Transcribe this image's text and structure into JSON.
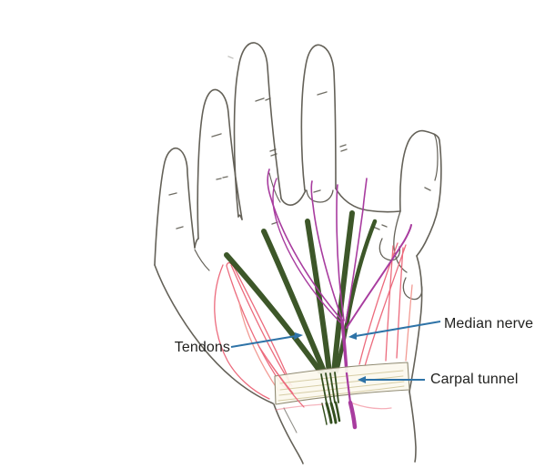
{
  "figure": {
    "type": "anatomical-diagram",
    "subject": "palm of hand showing tendons, median nerve and carpal tunnel",
    "background": "#ffffff"
  },
  "annotations": [
    {
      "label": "Tendons",
      "points_to": "tendons"
    },
    {
      "label": "Median nerve",
      "points_to": "median-nerve"
    },
    {
      "label": "Carpal tunnel",
      "points_to": "carpal-tunnel"
    }
  ],
  "colors": {
    "label-text": "#222220",
    "arrow-blue": "#2e73a7",
    "outline": "#57544a",
    "muscle-pink": "#ec6b7d",
    "muscle-pink-light": "#f29b94",
    "tendon-green": "#334f1e",
    "tendon-green-light": "#4a7028",
    "nerve-magenta": "#a83c9f",
    "nerve-magenta-dark": "#8f2d8f",
    "band-tan": "#d6cda6",
    "band-pink": "#eec1c1",
    "band-fill": "#fcf9ee",
    "band-edge": "#8f8a72"
  }
}
